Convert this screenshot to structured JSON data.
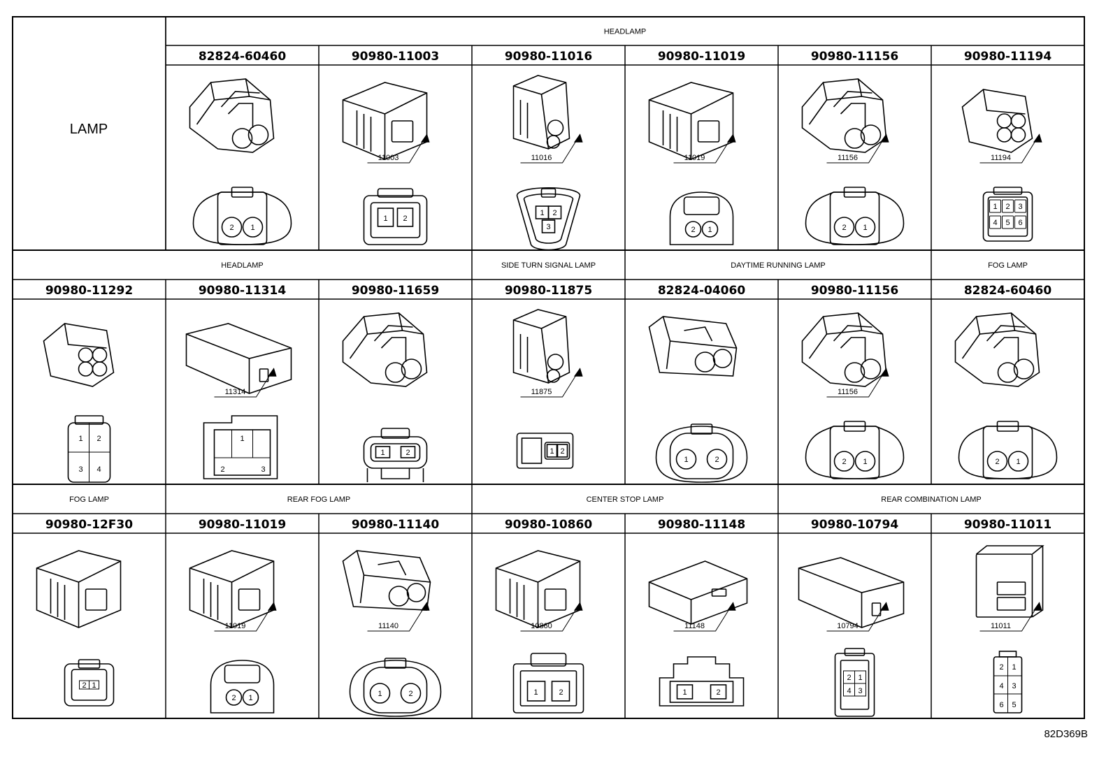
{
  "title": "LAMP",
  "figure_code": "82D369B",
  "rows": [
    {
      "groups": [
        {
          "label": "",
          "start": 0,
          "span": 1
        },
        {
          "label": "HEADLAMP",
          "start": 1,
          "span": 6
        }
      ],
      "cells": [
        {
          "part": "",
          "callout": "",
          "pins": []
        },
        {
          "part": "82824-60460",
          "callout": "",
          "pins": [
            "2",
            "1"
          ]
        },
        {
          "part": "90980-11003",
          "callout": "11003",
          "pins": [
            "1",
            "2"
          ]
        },
        {
          "part": "90980-11016",
          "callout": "11016",
          "pins": [
            "1",
            "2",
            "3"
          ]
        },
        {
          "part": "90980-11019",
          "callout": "11019",
          "pins": [
            "2",
            "1"
          ]
        },
        {
          "part": "90980-11156",
          "callout": "11156",
          "pins": [
            "2",
            "1"
          ]
        },
        {
          "part": "90980-11194",
          "callout": "11194",
          "pins": [
            "1",
            "2",
            "3",
            "4",
            "5",
            "6"
          ]
        }
      ]
    },
    {
      "groups": [
        {
          "label": "HEADLAMP",
          "start": 0,
          "span": 3
        },
        {
          "label": "SIDE TURN SIGNAL LAMP",
          "start": 3,
          "span": 1
        },
        {
          "label": "DAYTIME RUNNING LAMP",
          "start": 4,
          "span": 2
        },
        {
          "label": "FOG LAMP",
          "start": 6,
          "span": 1
        }
      ],
      "cells": [
        {
          "part": "90980-11292",
          "callout": "",
          "pins": [
            "1",
            "2",
            "3",
            "4"
          ]
        },
        {
          "part": "90980-11314",
          "callout": "11314",
          "pins": [
            "1",
            "2",
            "3"
          ]
        },
        {
          "part": "90980-11659",
          "callout": "",
          "pins": [
            "1",
            "2"
          ]
        },
        {
          "part": "90980-11875",
          "callout": "11875",
          "pins": [
            "1",
            "2"
          ]
        },
        {
          "part": "82824-04060",
          "callout": "",
          "pins": [
            "1",
            "2"
          ]
        },
        {
          "part": "90980-11156",
          "callout": "11156",
          "pins": [
            "2",
            "1"
          ]
        },
        {
          "part": "82824-60460",
          "callout": "",
          "pins": [
            "2",
            "1"
          ]
        }
      ]
    },
    {
      "groups": [
        {
          "label": "FOG LAMP",
          "start": 0,
          "span": 1
        },
        {
          "label": "REAR FOG LAMP",
          "start": 1,
          "span": 2
        },
        {
          "label": "CENTER STOP LAMP",
          "start": 3,
          "span": 2
        },
        {
          "label": "REAR COMBINATION LAMP",
          "start": 5,
          "span": 2
        }
      ],
      "cells": [
        {
          "part": "90980-12F30",
          "callout": "",
          "pins": [
            "2",
            "1"
          ]
        },
        {
          "part": "90980-11019",
          "callout": "11019",
          "pins": [
            "2",
            "1"
          ]
        },
        {
          "part": "90980-11140",
          "callout": "11140",
          "pins": [
            "1",
            "2"
          ]
        },
        {
          "part": "90980-10860",
          "callout": "10860",
          "pins": [
            "1",
            "2"
          ]
        },
        {
          "part": "90980-11148",
          "callout": "11148",
          "pins": [
            "1",
            "2"
          ]
        },
        {
          "part": "90980-10794",
          "callout": "10794",
          "pins": [
            "2",
            "1",
            "4",
            "3"
          ]
        },
        {
          "part": "90980-11011",
          "callout": "11011",
          "pins": [
            "2",
            "1",
            "4",
            "3",
            "6",
            "5"
          ]
        }
      ]
    }
  ]
}
